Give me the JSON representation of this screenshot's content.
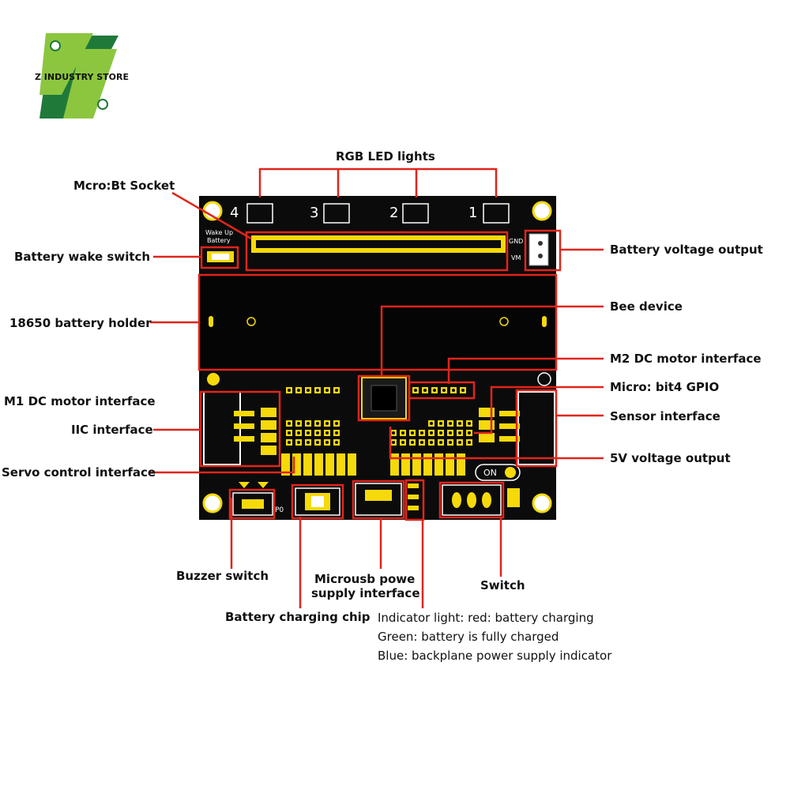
{
  "logo": {
    "text": "Z INDUSTRY STORE",
    "primary_color": "#8cc63f",
    "dark_color": "#1f7a3a"
  },
  "board_silkscreen": {
    "led_numbers": [
      "4",
      "3",
      "2",
      "1"
    ],
    "wake_up_battery": [
      "Wake Up",
      "Battery"
    ],
    "gnd": "GND",
    "vm": "VM",
    "on": "ON",
    "p0": "P0",
    "plus": "+",
    "minus": "−"
  },
  "labels": {
    "rgb_led_lights": "RGB LED lights",
    "mcro_bt_socket": "Mcro:Bt Socket",
    "battery_wake_switch": "Battery wake switch",
    "battery_voltage_output": "Battery voltage output",
    "battery_holder": "18650 battery holder",
    "bee_device": "Bee device",
    "m2_dc_motor": "M2 DC motor interface",
    "m1_dc_motor": "M1 DC motor interface",
    "micro_bit4_gpio": "Micro: bit4 GPIO",
    "iic_interface": "IIC interface",
    "sensor_interface": "Sensor interface",
    "servo_control": "Servo control interface",
    "v5_output": "5V voltage output",
    "buzzer_switch": "Buzzer switch",
    "microusb_power": [
      "Microusb powe",
      "supply interface"
    ],
    "switch": "Switch",
    "battery_charging_chip": "Battery charging chip",
    "indicator_light": [
      "Indicator light: red: battery charging",
      "Green: battery is fully charged",
      "Blue: backplane power supply indicator"
    ]
  },
  "colors": {
    "leader": "#e0251b",
    "board": "#0b0b0b",
    "gold": "#f5d90a",
    "silk": "#ffffff"
  }
}
